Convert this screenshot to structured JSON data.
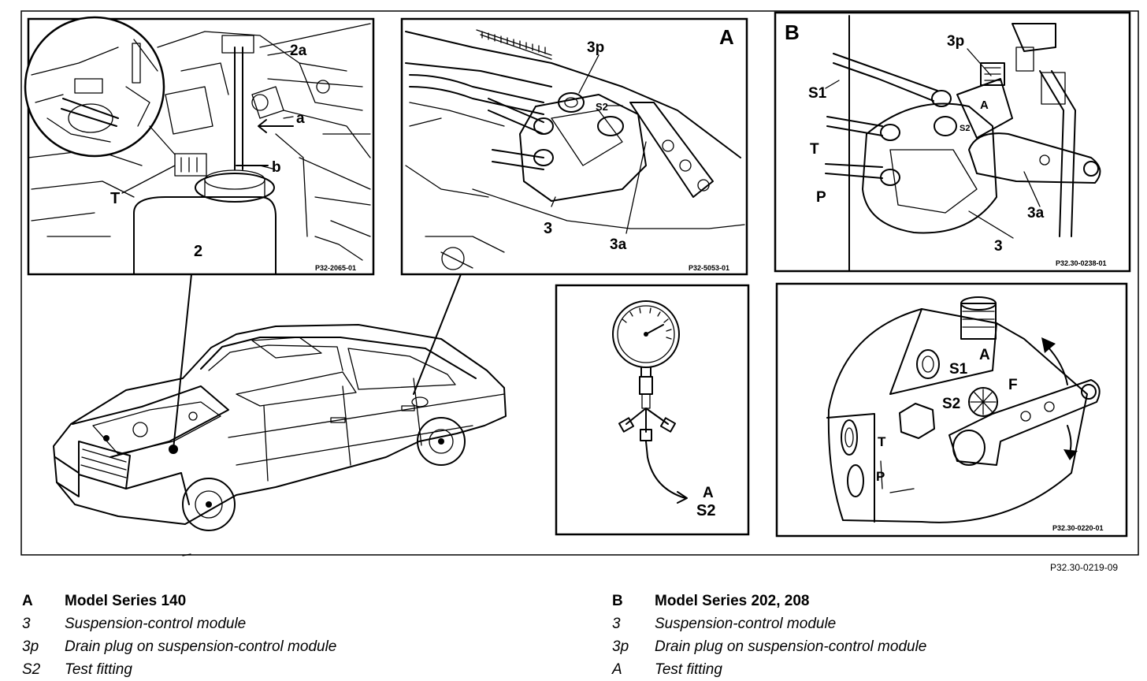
{
  "figure": {
    "figure_code": "P32.30-0219-09",
    "panel_engine": {
      "labels": {
        "l2": "2",
        "l2a": "2a",
        "la": "a",
        "lb": "b",
        "lT": "T"
      },
      "code": "P32-2065-01"
    },
    "panel_a": {
      "letter": "A",
      "labels": {
        "l3p": "3p",
        "lS2": "S2",
        "l3": "3",
        "l3a": "3a"
      },
      "code": "P32-5053-01"
    },
    "panel_b": {
      "letter": "B",
      "labels": {
        "l3p": "3p",
        "lS1": "S1",
        "lT": "T",
        "lP": "P",
        "lA": "A",
        "lS2": "S2",
        "l3": "3",
        "l3a": "3a"
      },
      "code": "P32.30-0238-01"
    },
    "panel_gauge": {
      "labels": {
        "lA": "A",
        "lS2": "S2"
      }
    },
    "panel_valve": {
      "labels": {
        "lS1": "S1",
        "lA": "A",
        "lF": "F",
        "lS2": "S2",
        "lT": "T",
        "lP": "P"
      },
      "code": "P32.30-0220-01"
    }
  },
  "legend_a": {
    "heading": {
      "key": "A",
      "text": "Model Series 140"
    },
    "items": [
      {
        "key": "3",
        "text": "Suspension-control module"
      },
      {
        "key": "3p",
        "text": "Drain plug on suspension-control module"
      },
      {
        "key": "S2",
        "text": "Test fitting"
      }
    ]
  },
  "legend_b": {
    "heading": {
      "key": "B",
      "text": "Model Series 202, 208"
    },
    "items": [
      {
        "key": "3",
        "text": "Suspension-control module"
      },
      {
        "key": "3p",
        "text": "Drain plug on suspension-control module"
      },
      {
        "key": "A",
        "text": "Test fitting"
      }
    ]
  }
}
